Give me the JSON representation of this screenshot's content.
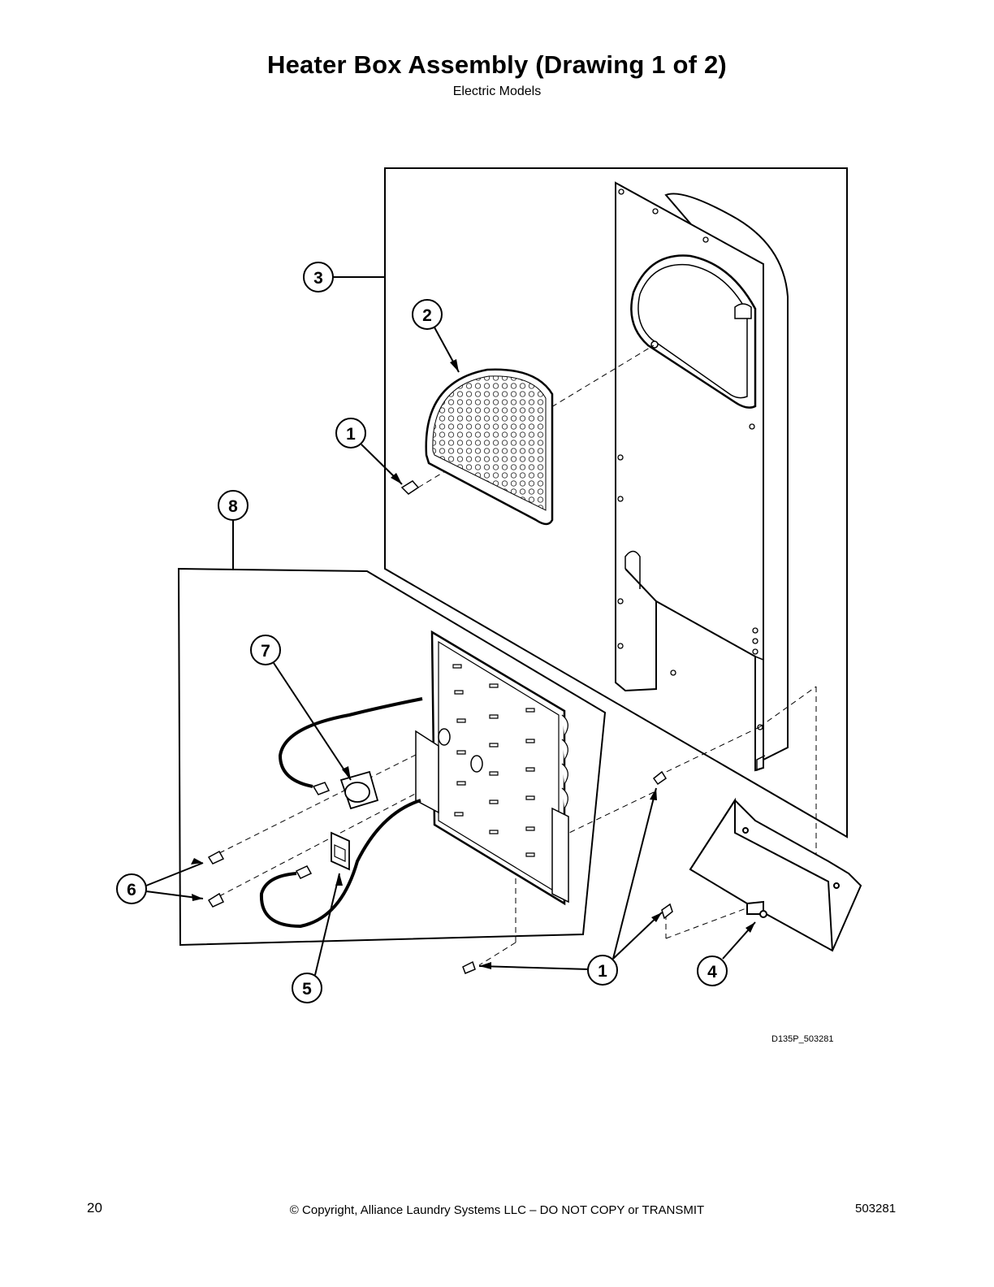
{
  "header": {
    "title": "Heater Box Assembly (Drawing 1 of 2)",
    "subtitle": "Electric Models"
  },
  "callouts": [
    {
      "label": "1"
    },
    {
      "label": "2"
    },
    {
      "label": "3"
    },
    {
      "label": "4"
    },
    {
      "label": "5"
    },
    {
      "label": "6"
    },
    {
      "label": "7"
    },
    {
      "label": "8"
    },
    {
      "label": "1"
    }
  ],
  "drawing_id": "D135P_503281",
  "footer": {
    "page_number": "20",
    "copyright": "© Copyright, Alliance Laundry Systems LLC – DO NOT COPY or TRANSMIT",
    "doc_number": "503281"
  }
}
